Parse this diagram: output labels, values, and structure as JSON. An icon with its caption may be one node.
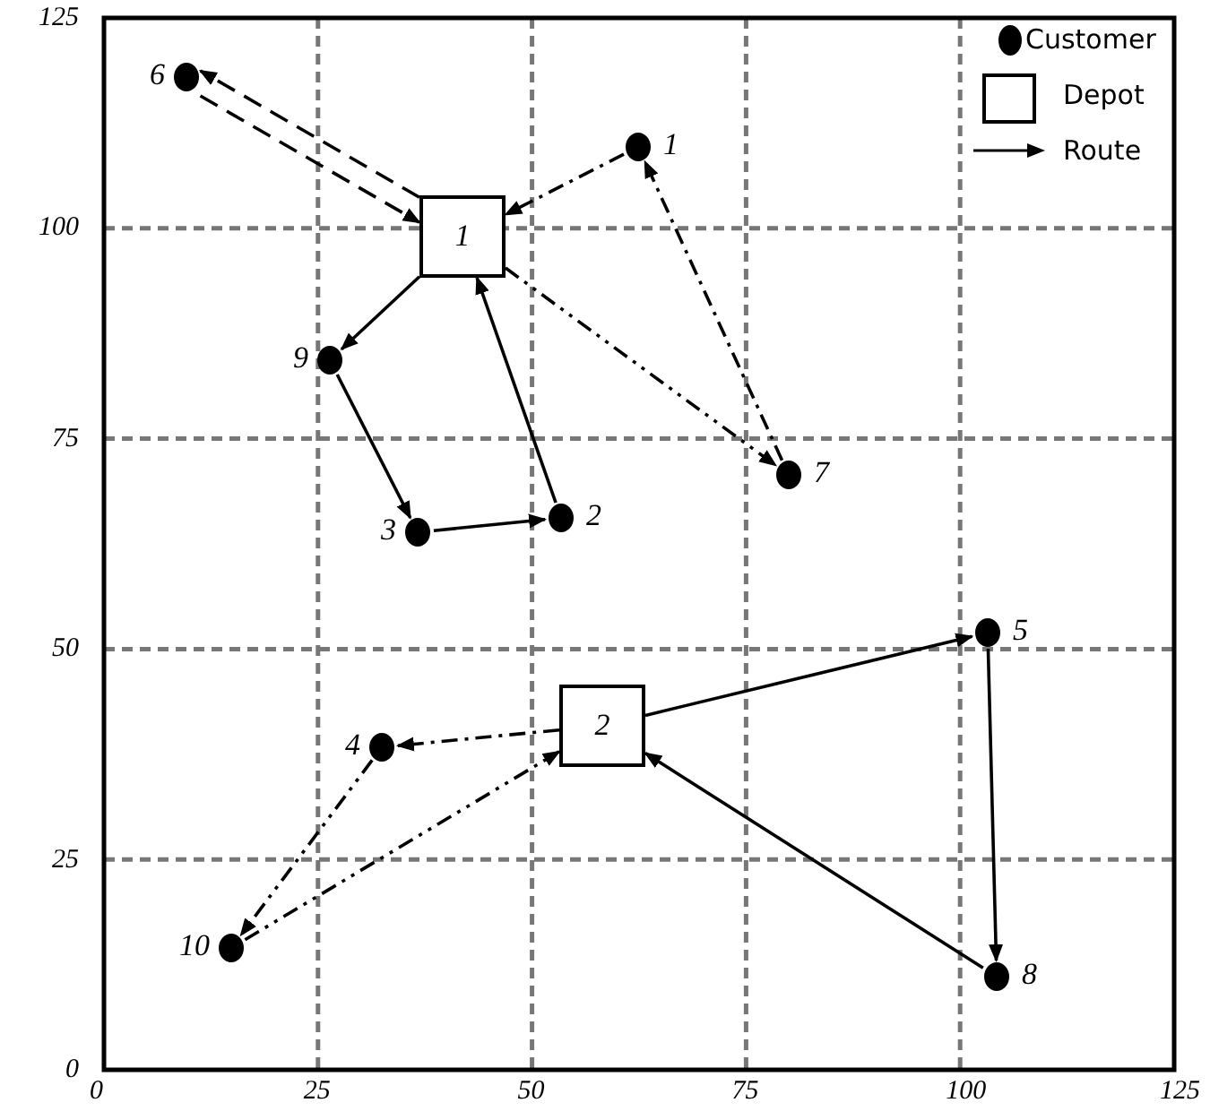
{
  "diagram": {
    "nodes": [
      {
        "text": [],
        "shape": "circle",
        "beside": [
          "6"
        ]
      },
      {
        "text": [],
        "shape": "circle",
        "beside": [
          "1"
        ]
      },
      {
        "text": [
          "1"
        ]
      },
      {
        "text": [],
        "shape": "circle",
        "beside": [
          "9"
        ]
      },
      {
        "text": [],
        "shape": "circle",
        "beside": [
          "7"
        ]
      },
      {
        "text": [],
        "shape": "circle",
        "beside": [
          "3"
        ]
      },
      {
        "text": [],
        "shape": "circle",
        "beside": [
          "2"
        ]
      },
      {
        "text": [],
        "shape": "circle",
        "beside": [
          "5"
        ]
      },
      {
        "text": [
          "2"
        ]
      },
      {
        "text": [],
        "shape": "circle",
        "beside": [
          "4"
        ]
      },
      {
        "text": [],
        "shape": "circle",
        "beside": [
          "10"
        ]
      },
      {
        "text": [],
        "shape": "circle",
        "beside": [
          "8"
        ]
      }
    ],
    "edges": [
      {
        "from": 2,
        "to": 0,
        "arrow": "to",
        "style": "dashed"
      },
      {
        "from": 0,
        "to": 2,
        "arrow": "to",
        "style": "dashed"
      },
      {
        "from": 2,
        "to": 4,
        "arrow": "to",
        "style": "dashed"
      },
      {
        "from": 4,
        "to": 1,
        "arrow": "to",
        "style": "dashed"
      },
      {
        "from": 1,
        "to": 2,
        "arrow": "to",
        "style": "dashed"
      },
      {
        "from": 2,
        "to": 3,
        "arrow": "to"
      },
      {
        "from": 3,
        "to": 5,
        "arrow": "to"
      },
      {
        "from": 5,
        "to": 6,
        "arrow": "to"
      },
      {
        "from": 6,
        "to": 2,
        "arrow": "to"
      },
      {
        "from": 8,
        "to": 7,
        "arrow": "to"
      },
      {
        "from": 7,
        "to": 11,
        "arrow": "to"
      },
      {
        "from": 11,
        "to": 8,
        "arrow": "to"
      },
      {
        "from": 8,
        "to": 9,
        "arrow": "to",
        "style": "dashed"
      },
      {
        "from": 9,
        "to": 10,
        "arrow": "to",
        "style": "dashed"
      },
      {
        "from": 10,
        "to": 8,
        "arrow": "to",
        "style": "dashed"
      }
    ],
    "labels": [
      "125",
      "100",
      "75",
      "50",
      "25",
      "0",
      "0",
      "25",
      "50",
      "75",
      "100",
      "125"
    ],
    "legend": [
      {
        "text": "Customer"
      },
      {
        "text": "Depot"
      },
      {
        "text": "Route"
      }
    ]
  }
}
